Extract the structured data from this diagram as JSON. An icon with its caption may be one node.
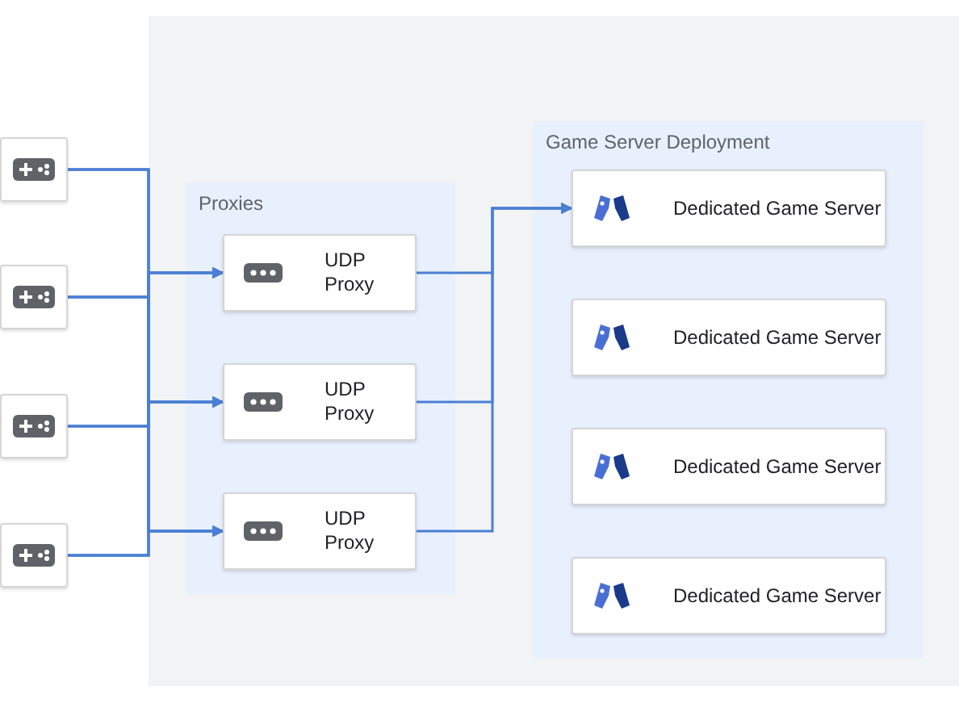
{
  "diagram": {
    "nodes": [
      {
        "text": [],
        "shape": "box"
      },
      {
        "text": [],
        "shape": "box"
      },
      {
        "text": [],
        "shape": "box"
      },
      {
        "text": [],
        "shape": "box"
      },
      {
        "text": [],
        "shape": "box"
      },
      {
        "text": [
          "Proxies"
        ],
        "in": 0
      },
      {
        "text": [
          "UDP Proxy"
        ],
        "in": 5
      },
      {
        "text": [
          "UDP Proxy"
        ],
        "in": 5
      },
      {
        "text": [
          "UDP Proxy"
        ],
        "in": 5
      },
      {
        "text": [
          "Game Server Deployment"
        ],
        "in": 0
      },
      {
        "text": [
          "Dedicated Game Server"
        ],
        "in": 9
      },
      {
        "text": [
          "Dedicated Game Server"
        ],
        "in": 9
      },
      {
        "text": [
          "Dedicated Game Server"
        ],
        "in": 9
      },
      {
        "text": [
          "Dedicated Game Server"
        ],
        "in": 9
      }
    ],
    "edges": [
      {
        "from": 1,
        "to": 6,
        "arrow": "to"
      },
      {
        "from": 1,
        "to": 7,
        "arrow": "to"
      },
      {
        "from": 1,
        "to": 8,
        "arrow": "to"
      },
      {
        "from": 2,
        "to": 6,
        "arrow": "to"
      },
      {
        "from": 2,
        "to": 7,
        "arrow": "to"
      },
      {
        "from": 2,
        "to": 8,
        "arrow": "to"
      },
      {
        "from": 3,
        "to": 6,
        "arrow": "to"
      },
      {
        "from": 3,
        "to": 7,
        "arrow": "to"
      },
      {
        "from": 3,
        "to": 8,
        "arrow": "to"
      },
      {
        "from": 4,
        "to": 6,
        "arrow": "to"
      },
      {
        "from": 4,
        "to": 7,
        "arrow": "to"
      },
      {
        "from": 4,
        "to": 8,
        "arrow": "to"
      },
      {
        "from": 6,
        "to": 10,
        "arrow": "to"
      },
      {
        "from": 7,
        "to": 10,
        "arrow": "to"
      },
      {
        "from": 8,
        "to": 10,
        "arrow": "to"
      }
    ]
  }
}
